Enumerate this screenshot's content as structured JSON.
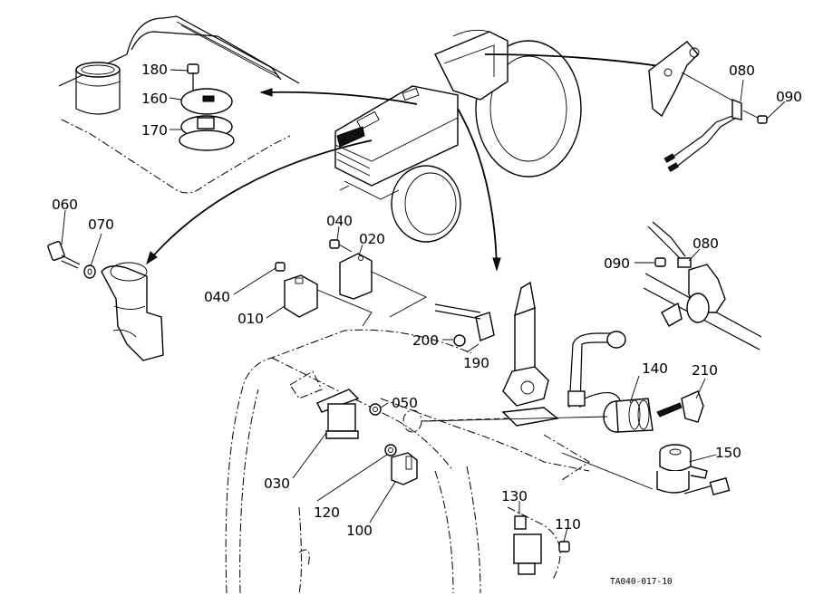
{
  "diagram": {
    "title": "Electrical parts exploded view",
    "reference_code": "TA040-017-10",
    "callouts": [
      {
        "id": "180",
        "label": "180"
      },
      {
        "id": "160",
        "label": "160"
      },
      {
        "id": "170",
        "label": "170"
      },
      {
        "id": "080a",
        "label": "080"
      },
      {
        "id": "090a",
        "label": "090"
      },
      {
        "id": "060",
        "label": "060"
      },
      {
        "id": "070",
        "label": "070"
      },
      {
        "id": "040a",
        "label": "040"
      },
      {
        "id": "020",
        "label": "020"
      },
      {
        "id": "040b",
        "label": "040"
      },
      {
        "id": "010",
        "label": "010"
      },
      {
        "id": "090b",
        "label": "090"
      },
      {
        "id": "080b",
        "label": "080"
      },
      {
        "id": "200",
        "label": "200"
      },
      {
        "id": "190",
        "label": "190"
      },
      {
        "id": "140",
        "label": "140"
      },
      {
        "id": "210",
        "label": "210"
      },
      {
        "id": "050",
        "label": "050"
      },
      {
        "id": "150",
        "label": "150"
      },
      {
        "id": "030",
        "label": "030"
      },
      {
        "id": "120",
        "label": "120"
      },
      {
        "id": "100",
        "label": "100"
      },
      {
        "id": "130",
        "label": "130"
      },
      {
        "id": "110",
        "label": "110"
      }
    ]
  }
}
